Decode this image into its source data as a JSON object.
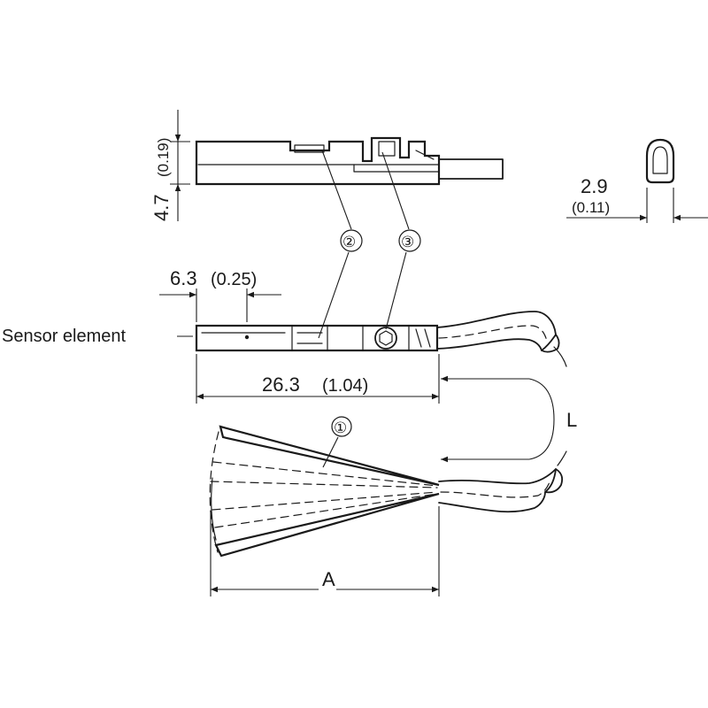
{
  "dimensions": {
    "height_mm": "4.7",
    "height_in": "(0.19)",
    "width_mm": "2.9",
    "width_in": "(0.11)",
    "sensor_offset_mm": "6.3",
    "sensor_offset_in": "(0.25)",
    "length_mm": "26.3",
    "length_in": "(1.04)",
    "cable_length": "L",
    "spread": "A"
  },
  "labels": {
    "sensor_element": "Sensor element"
  },
  "callouts": {
    "c1": "①",
    "c2": "②",
    "c3": "③"
  }
}
